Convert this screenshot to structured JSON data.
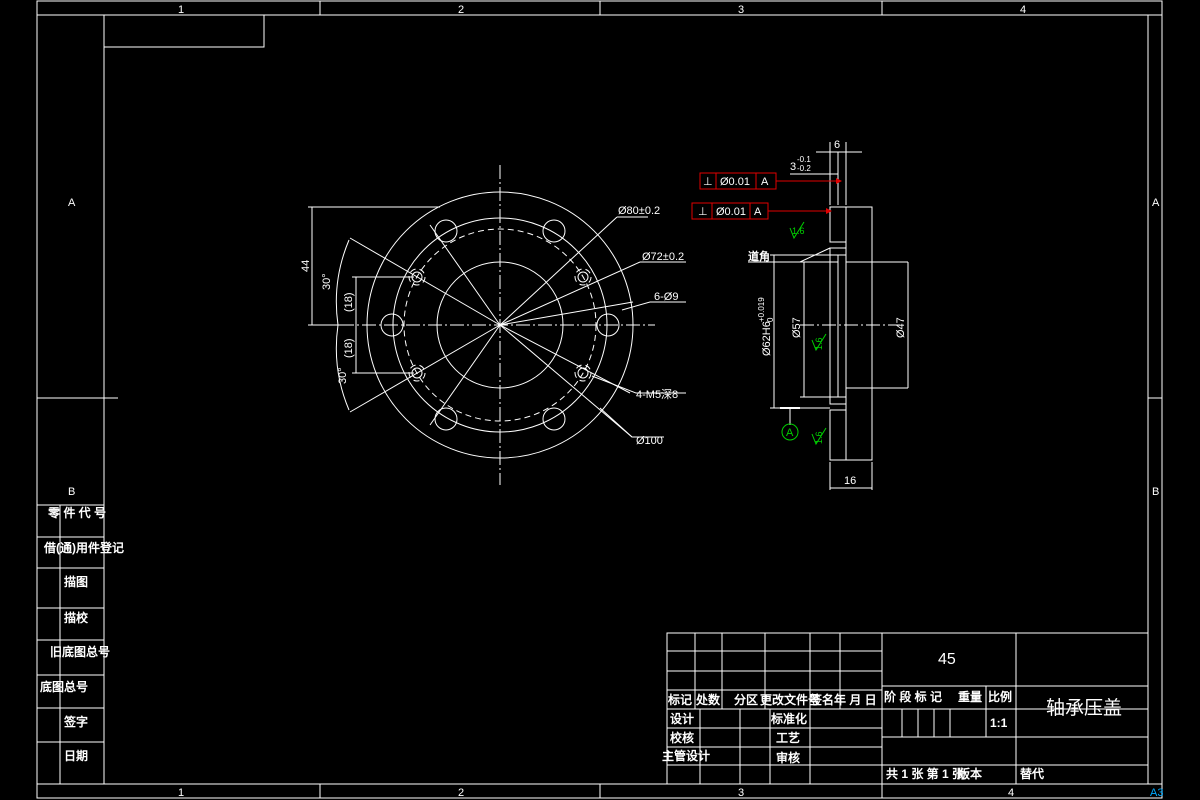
{
  "colors": {
    "background": "#000000",
    "line": "#ffffff",
    "tolerance": "#e00000",
    "roughness": "#00d000",
    "sheet_tag": "#00aaff"
  },
  "zones": {
    "top": [
      "1",
      "2",
      "3",
      "4"
    ],
    "bottom": [
      "1",
      "2",
      "3",
      "4"
    ],
    "left": [
      "A",
      "B"
    ],
    "right": [
      "A",
      "B"
    ]
  },
  "side_column": [
    "零 件 代 号",
    "借(通)用件登记",
    "描图",
    "描校",
    "旧底图总号",
    "底图总号",
    "签字",
    "日期"
  ],
  "front_view": {
    "dims": [
      "Ø80±0.2",
      "Ø72±0.2",
      "6-Ø9",
      "4-M5深8",
      "Ø100",
      "44",
      "30°",
      "(18)",
      "(18)",
      "30°"
    ]
  },
  "section_view": {
    "gdt": [
      {
        "symbol": "⊥",
        "value": "Ø0.01",
        "datum": "A"
      },
      {
        "symbol": "⊥",
        "value": "Ø0.01",
        "datum": "A"
      }
    ],
    "dims": [
      "6",
      "3",
      "-0.1",
      "-0.2",
      "Ø62H6",
      "+0.019",
      "0",
      "Ø57",
      "Ø47",
      "16"
    ],
    "note_chamfer": "道角",
    "datum_label": "A",
    "roughness": [
      "1.6",
      "1.6",
      "1.6"
    ]
  },
  "title_block": {
    "material": "45",
    "part_name": "轴承压盖",
    "header_row": [
      "标记",
      "处数",
      "分区",
      "更改文件号",
      "签名",
      "年 月 日"
    ],
    "rows_left": [
      "设计",
      "校核",
      "主管设计"
    ],
    "rows_mid": [
      "标准化",
      "工艺",
      "审核"
    ],
    "stage_headers": [
      "阶 段 标 记",
      "重量",
      "比例"
    ],
    "scale": "1:1",
    "sheets": "共 1 张 第 1 张",
    "version": "版本",
    "replace": "替代"
  },
  "sheet_size": "A3"
}
